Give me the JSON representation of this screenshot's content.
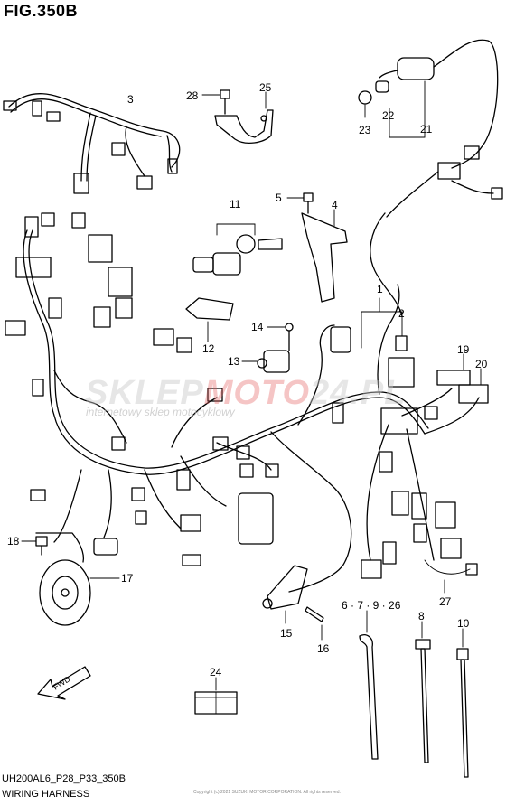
{
  "figure": {
    "title": "FIG.350B",
    "footer_code": "UH200AL6_P28_P33_350B",
    "footer_name": "WIRING HARNESS",
    "fwd_label": "FWD",
    "watermark": {
      "brand": "SKLEP",
      "accent": "MOTO",
      "suffix": "24.PL",
      "sub": "internetowy sklep motocyklowy"
    },
    "copyright": "Copyright (c) 2021 SUZUKI MOTOR CORPORATION. All rights reserved."
  },
  "callouts": [
    {
      "id": "c3",
      "label": "3"
    },
    {
      "id": "c28",
      "label": "28"
    },
    {
      "id": "c25",
      "label": "25"
    },
    {
      "id": "c22",
      "label": "22"
    },
    {
      "id": "c23",
      "label": "23"
    },
    {
      "id": "c21",
      "label": "21"
    },
    {
      "id": "c11",
      "label": "11"
    },
    {
      "id": "c5",
      "label": "5"
    },
    {
      "id": "c4",
      "label": "4"
    },
    {
      "id": "c1",
      "label": "1"
    },
    {
      "id": "c2",
      "label": "2"
    },
    {
      "id": "c12",
      "label": "12"
    },
    {
      "id": "c14",
      "label": "14"
    },
    {
      "id": "c13",
      "label": "13"
    },
    {
      "id": "c19",
      "label": "19"
    },
    {
      "id": "c20",
      "label": "20"
    },
    {
      "id": "c18",
      "label": "18"
    },
    {
      "id": "c17",
      "label": "17"
    },
    {
      "id": "c15",
      "label": "15"
    },
    {
      "id": "c16",
      "label": "16"
    },
    {
      "id": "c6",
      "label": "6 · 7 · 9 · 26"
    },
    {
      "id": "c8",
      "label": "8"
    },
    {
      "id": "c10",
      "label": "10"
    },
    {
      "id": "c27",
      "label": "27"
    },
    {
      "id": "c24",
      "label": "24"
    }
  ]
}
